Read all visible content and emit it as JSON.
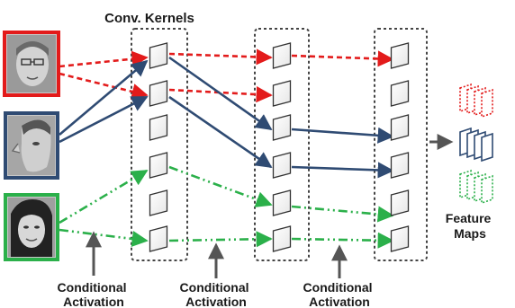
{
  "title": "Conv. Kernels",
  "feature_maps_label": [
    "Feature",
    "Maps"
  ],
  "conditional_activation_label": [
    "Conditional",
    "Activation"
  ],
  "colors": {
    "red": "#e31b1b",
    "navy": "#2f4b73",
    "green": "#2bb04a",
    "kernel_stroke": "#333333",
    "box_dash": "#444444"
  },
  "inputs": [
    {
      "name": "face-red",
      "color": "red"
    },
    {
      "name": "face-navy",
      "color": "navy"
    },
    {
      "name": "face-green",
      "color": "green"
    }
  ],
  "icons": [
    "face-photo-icon",
    "up-arrow-icon",
    "right-arrow-icon",
    "feature-map-stack-icon"
  ]
}
